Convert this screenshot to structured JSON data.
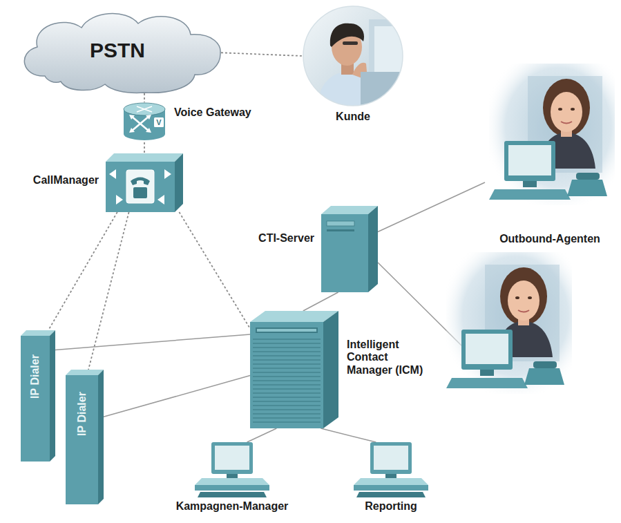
{
  "diagram": {
    "nodes": [
      {
        "text": [
          "PSTN"
        ]
      },
      {
        "text": [
          "Kunde"
        ]
      },
      {
        "text": [
          "Voice Gateway"
        ]
      },
      {
        "text": [
          "CallManager"
        ]
      },
      {
        "text": [
          "CTI-Server"
        ]
      },
      {
        "text": [
          "Outbound-Agenten"
        ]
      },
      {
        "text": [
          "Intelligent Contact Manager (ICM)"
        ]
      },
      {
        "text": [
          "IP Dialer"
        ]
      },
      {
        "text": [
          "IP Dialer"
        ]
      },
      {
        "text": [
          "Kampagnen-Manager"
        ]
      },
      {
        "text": [
          "Reporting"
        ]
      }
    ],
    "edges": [
      {
        "from": 0,
        "to": 1,
        "arrow": "none"
      },
      {
        "from": 0,
        "to": 2,
        "arrow": "none"
      },
      {
        "from": 2,
        "to": 3,
        "arrow": "none"
      },
      {
        "from": 3,
        "to": 7,
        "arrow": "none"
      },
      {
        "from": 3,
        "to": 8,
        "arrow": "none"
      },
      {
        "from": 3,
        "to": 6,
        "arrow": "none"
      },
      {
        "from": 4,
        "to": 5,
        "arrow": "none"
      },
      {
        "from": 4,
        "to": 6,
        "arrow": "none"
      },
      {
        "from": 6,
        "to": 7,
        "arrow": "none"
      },
      {
        "from": 6,
        "to": 8,
        "arrow": "none"
      },
      {
        "from": 6,
        "to": 9,
        "arrow": "none"
      },
      {
        "from": 6,
        "to": 10,
        "arrow": "none"
      }
    ],
    "labels": [
      "V"
    ]
  }
}
